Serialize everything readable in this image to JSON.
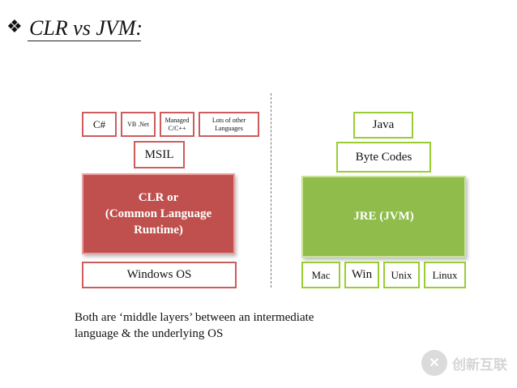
{
  "title": {
    "bullet": "❖",
    "text": "CLR vs JVM:"
  },
  "clr_side": {
    "languages": [
      "C#",
      "VB .Net",
      "Managed C/C++",
      "Lots of other Languages"
    ],
    "msil": "MSIL",
    "clr_box": {
      "line1": "CLR or",
      "line2": "(Common Language",
      "line3": "Runtime)"
    },
    "os": "Windows OS"
  },
  "jvm_side": {
    "language": "Java",
    "bytecode": "Byte Codes",
    "jre": "JRE (JVM)",
    "platforms": [
      "Mac",
      "Win",
      "Unix",
      "Linux"
    ]
  },
  "caption": {
    "line1": "Both are ‘middle layers’ between an intermediate",
    "line2": "language & the underlying OS"
  },
  "watermark": {
    "icon": "logo-icon",
    "text": "创新互联"
  },
  "colors": {
    "clr": "#c0504d",
    "jre": "#8fbc4a",
    "red_border": "#cd5c5c",
    "green_border": "#9acd32"
  }
}
